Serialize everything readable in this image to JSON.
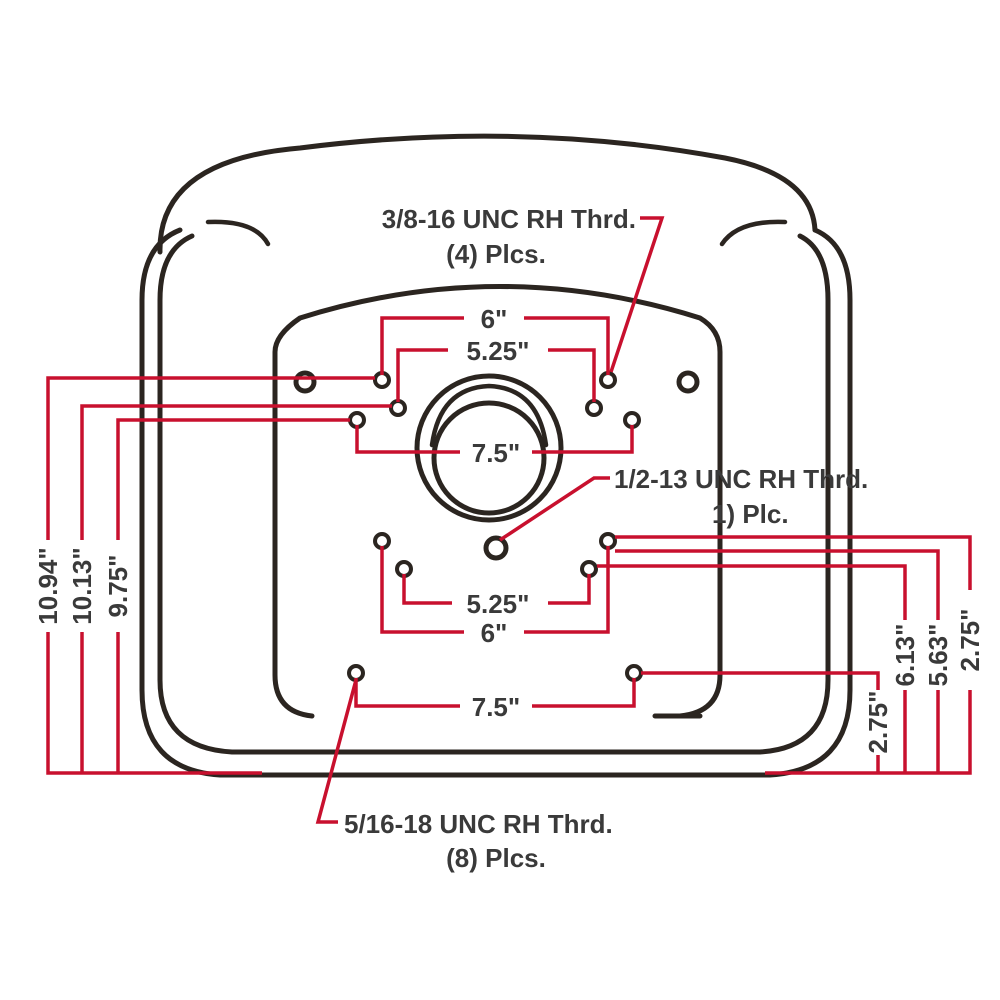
{
  "colors": {
    "outline": "#2b2520",
    "dimension_line": "#c8102e",
    "label_text": "#3a3a3a",
    "background": "#ffffff"
  },
  "callouts": {
    "top_thread": {
      "line1": "3/8-16 UNC RH Thrd.",
      "line2": "(4) Plcs."
    },
    "center_thread": {
      "line1": "1/2-13 UNC RH Thrd.",
      "line2": "1) Plc."
    },
    "bottom_thread": {
      "line1": "5/16-18 UNC RH Thrd.",
      "line2": "(8) Plcs."
    }
  },
  "dimensions": {
    "top_outer_spacing": "6\"",
    "top_inner_spacing": "5.25\"",
    "upper_wide_spacing": "7.5\"",
    "lower_inner_spacing": "5.25\"",
    "lower_outer_spacing": "6\"",
    "bottom_wide_spacing": "7.5\"",
    "left_height_1": "10.94\"",
    "left_height_2": "10.13\"",
    "left_height_3": "9.75\"",
    "right_height_1": "6.13\"",
    "right_height_2": "5.63\"",
    "right_height_3": "2.75\"",
    "right_height_bottom": "2.75\""
  }
}
